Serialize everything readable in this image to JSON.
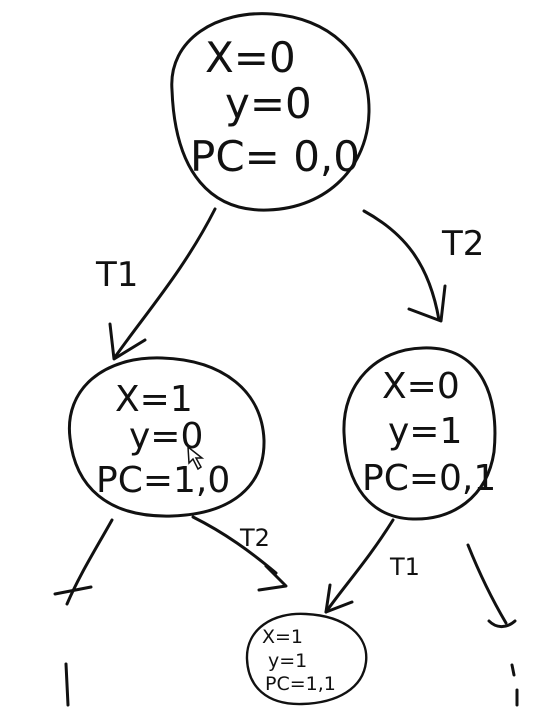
{
  "diagram": {
    "nodes": {
      "root": {
        "x": "X=0",
        "y": "y=0",
        "pc": "PC= 0,0"
      },
      "left": {
        "x": "X=1",
        "y": "y=0",
        "pc": "PC=1,0"
      },
      "right": {
        "x": "X=0",
        "y": "y=1",
        "pc": "PC=0,1"
      },
      "bottom": {
        "x": "X=1",
        "y": "y=1",
        "pc": "PC=1,1"
      }
    },
    "edges": {
      "root_left": "T1",
      "root_right": "T2",
      "left_right_child": "T2",
      "right_left_child": "T1"
    }
  }
}
